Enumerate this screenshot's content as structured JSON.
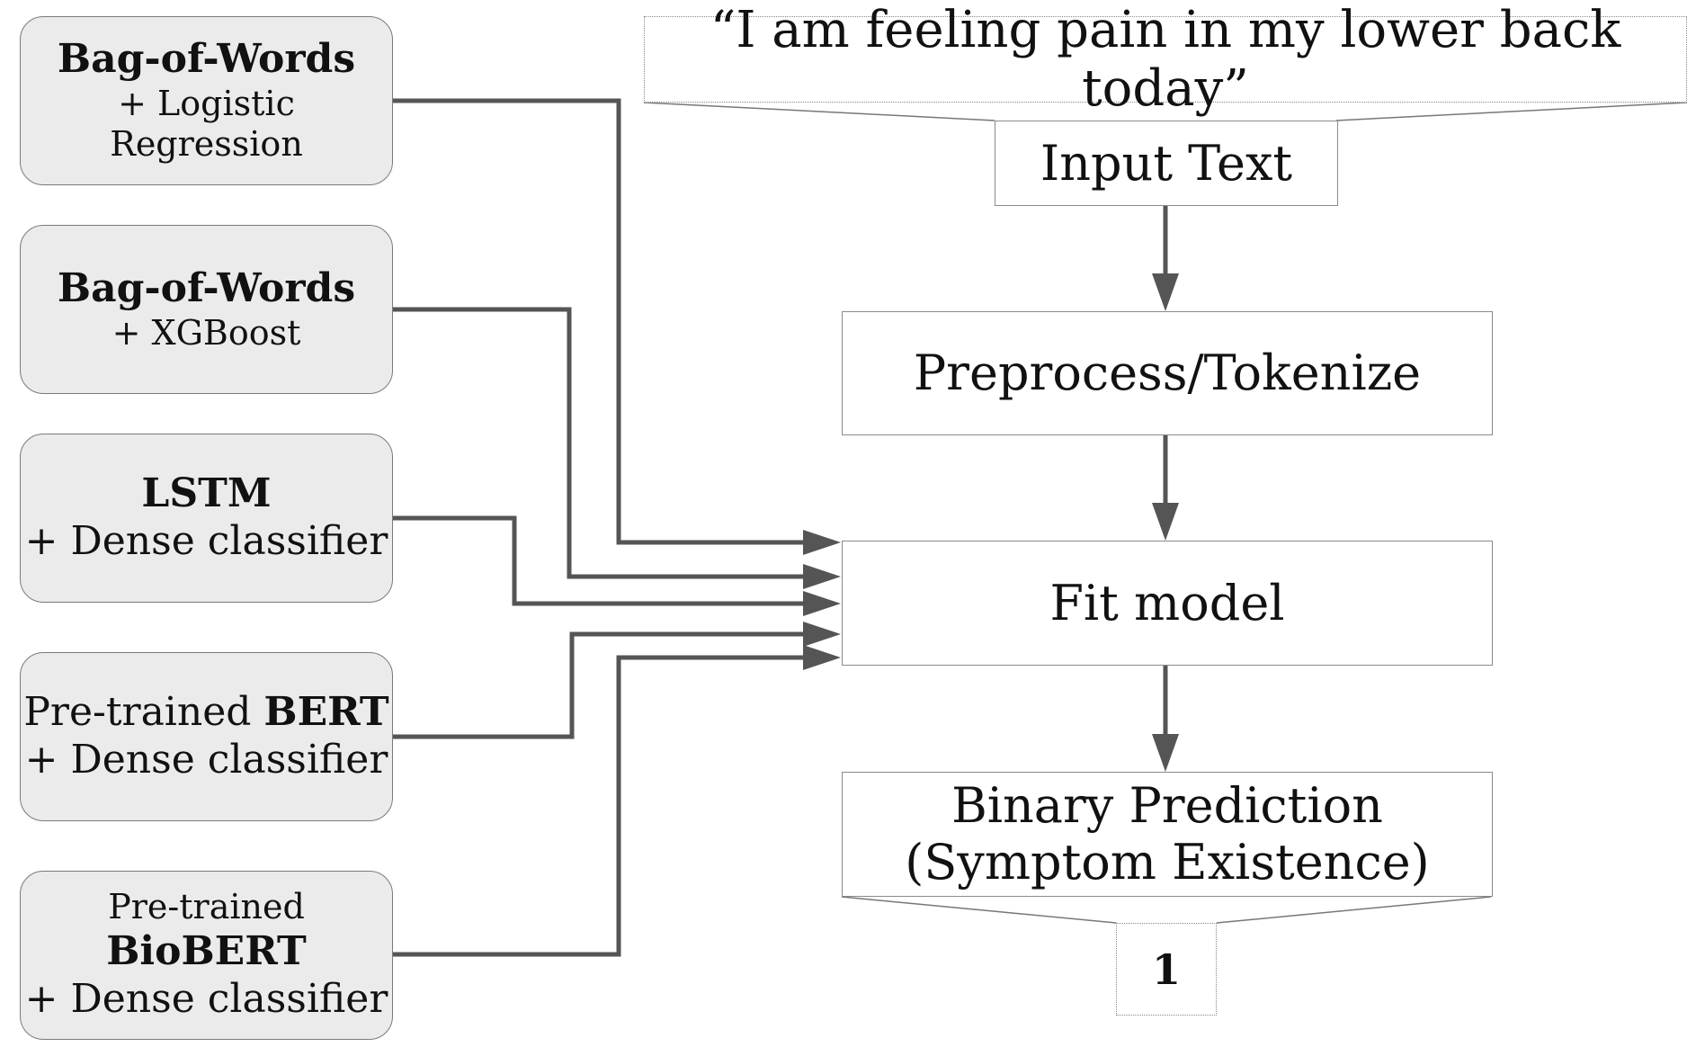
{
  "input_example": "“I am feeling pain in my lower back today”",
  "flow": {
    "input_text": "Input Text",
    "preprocess": "Preprocess/Tokenize",
    "fit_model": "Fit model",
    "prediction_line1": "Binary Prediction",
    "prediction_line2": "(Symptom Existence)",
    "output_value": "1"
  },
  "models": [
    {
      "line1": "Bag-of-Words",
      "line2": "+ Logistic Regression"
    },
    {
      "line1": "Bag-of-Words",
      "line2": "+ XGBoost"
    },
    {
      "line1": "LSTM",
      "line2": "+ Dense classifier"
    },
    {
      "line1_prefix": "Pre-trained ",
      "line1_bold": "BERT",
      "line2": "+ Dense classifier"
    },
    {
      "line1": "Pre-trained",
      "line2": "BioBERT",
      "line3": "+ Dense classifier"
    }
  ],
  "colors": {
    "connector": "#555555",
    "model_fill": "#ebebeb",
    "model_border": "#7a7a7a",
    "flow_border": "#8a8a8a"
  }
}
